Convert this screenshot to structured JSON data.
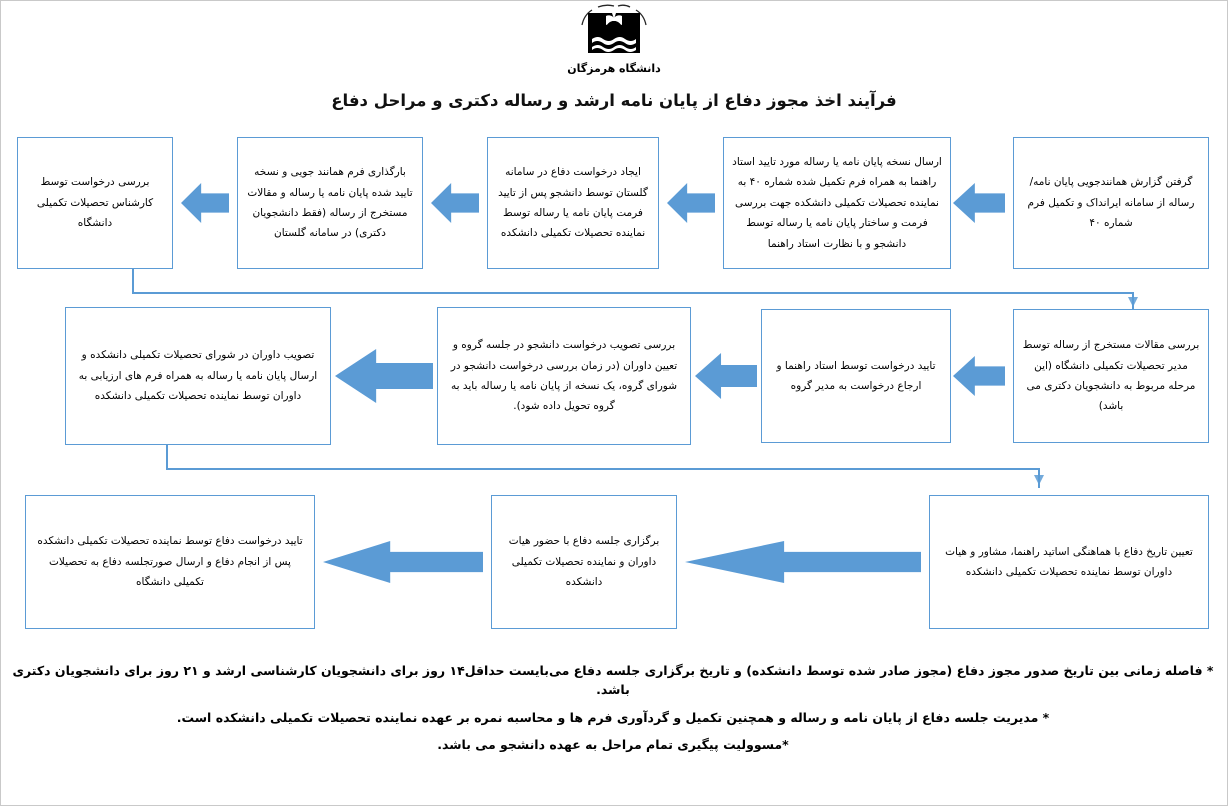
{
  "header": {
    "logo_name": "university-emblem",
    "logo_caption": "دانشگاه هرمزگان",
    "title": "فرآیند اخذ مجوز دفاع از پایان نامه ارشد و رساله دکتری و مراحل دفاع"
  },
  "colors": {
    "accent": "#5B9BD5",
    "box_border": "#5B9BD5",
    "text": "#000000",
    "page_border": "#c9c9c9"
  },
  "flow": {
    "row1": [
      {
        "id": "step-01",
        "text": "گرفتن گزارش همانندجویی  پایان نامه/ رساله از سامانه ایرانداک و تکمیل فرم شماره ۴۰"
      },
      {
        "id": "step-02",
        "text": "ارسال نسخه پایان نامه یا رساله مورد تایید استاد راهنما به همراه فرم تکمیل شده شماره ۴۰ به نماینده تحصیلات تکمیلی دانشکده جهت بررسی فرمت و ساختار پایان نامه یا رساله توسط دانشجو و با نظارت استاد راهنما"
      },
      {
        "id": "step-03",
        "text": "ایجاد درخواست دفاع در سامانه گلستان توسط دانشجو پس از تایید فرمت پایان نامه یا رساله توسط نماینده تحصیلات تکمیلی دانشکده"
      },
      {
        "id": "step-04",
        "text": "بارگذاری فرم همانند جویی و نسخه تایید شده پایان نامه یا رساله و مقالات مستخرج از رساله (فقط دانشجویان دکتری) در سامانه گلستان"
      },
      {
        "id": "step-05",
        "text": "بررسی درخواست توسط کارشناس تحصیلات تکمیلی دانشگاه"
      }
    ],
    "row2": [
      {
        "id": "step-06",
        "text": "بررسی مقالات مستخرج از رساله توسط مدیر تحصیلات تکمیلی دانشگاه (این مرحله مربوط به دانشجویان دکتری می باشد)"
      },
      {
        "id": "step-07",
        "text": "تایید درخواست توسط استاد راهنما و ارجاع درخواست به مدیر گروه"
      },
      {
        "id": "step-08",
        "text": "بررسی تصویب درخواست دانشجو در جلسه گروه و تعیین داوران (در زمان بررسی درخواست دانشجو در شورای گروه، یک نسخه از پایان نامه یا رساله باید به گروه تحویل داده شود)."
      },
      {
        "id": "step-09",
        "text": "تصویب داوران در شورای تحصیلات تکمیلی دانشکده و ارسال پایان نامه یا رساله به همراه فرم های ارزیابی به داوران توسط نماینده تحصیلات تکمیلی دانشکده"
      }
    ],
    "row3": [
      {
        "id": "step-10",
        "text": "تعیین تاریخ دفاع با هماهنگی اساتید راهنما، مشاور و هیات داوران توسط نماینده تحصیلات تکمیلی دانشکده"
      },
      {
        "id": "step-11",
        "text": "برگزاری جلسه دفاع با حضور هیات داوران و نماینده تحصیلات تکمیلی دانشکده"
      },
      {
        "id": "step-12",
        "text": "تایید درخواست دفاع توسط نماینده تحصیلات تکمیلی دانشکده پس از انجام دفاع و ارسال صورتجلسه دفاع به تحصیلات تکمیلی دانشگاه"
      }
    ]
  },
  "notes": [
    "* فاصله زمانی بین تاریخ صدور مجوز دفاع (مجوز صادر شده توسط دانشکده) و تاریخ برگزاری جلسه دفاع می‌بایست حداقل۱۴ روز برای دانشجویان کارشناسی ارشد و ۲۱ روز برای دانشجویان دکتری باشد.",
    "* مدیریت جلسه دفاع از پایان نامه و رساله و همچنین تکمیل و گردآوری فرم ها و محاسبه نمره بر عهده نماینده تحصیلات تکمیلی دانشکده است.",
    "*مسوولیت پیگیری تمام مراحل به عهده دانشجو می باشد."
  ]
}
